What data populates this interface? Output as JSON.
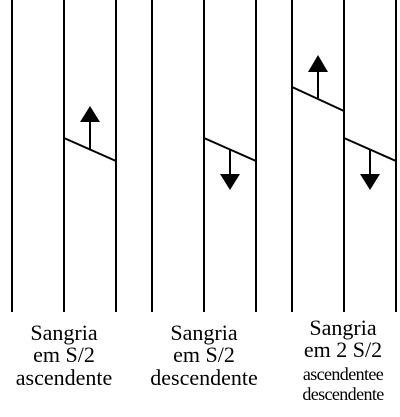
{
  "diagram": {
    "panels": [
      {
        "id": "s2-ascendente",
        "arrows": [
          "up"
        ],
        "caption_lines": [
          "Sangria",
          "em S/2",
          "ascendente"
        ]
      },
      {
        "id": "s2-descendente",
        "arrows": [
          "down"
        ],
        "caption_lines": [
          "Sangria",
          "em S/2",
          "descendente"
        ]
      },
      {
        "id": "2s2-ascendente-descendente",
        "arrows": [
          "up",
          "down"
        ],
        "caption_lines": [
          "Sangria",
          "em 2 S/2",
          "ascendentee",
          "descendente"
        ]
      }
    ]
  }
}
